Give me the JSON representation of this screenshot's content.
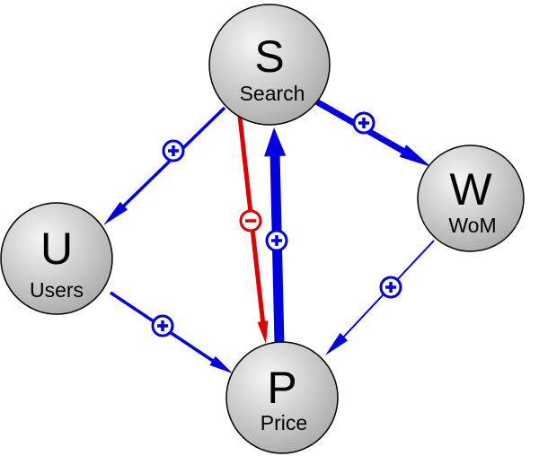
{
  "colors": {
    "positive": "#0000e0",
    "negative": "#e00000",
    "node_fill_light": "#f6f6f6",
    "node_fill_dark": "#a8a8a8",
    "node_stroke": "#000000",
    "badge_fill": "#ffffff"
  },
  "nodes": {
    "search": {
      "letter": "S",
      "label": "Search"
    },
    "wom": {
      "letter": "W",
      "label": "WoM"
    },
    "users": {
      "letter": "U",
      "label": "Users"
    },
    "price": {
      "letter": "P",
      "label": "Price"
    }
  },
  "links": [
    {
      "from": "search",
      "to": "wom",
      "polarity": "+"
    },
    {
      "from": "search",
      "to": "users",
      "polarity": "+"
    },
    {
      "from": "search",
      "to": "price",
      "polarity": "-"
    },
    {
      "from": "price",
      "to": "search",
      "polarity": "+"
    },
    {
      "from": "users",
      "to": "price",
      "polarity": "+"
    },
    {
      "from": "wom",
      "to": "price",
      "polarity": "+"
    }
  ]
}
